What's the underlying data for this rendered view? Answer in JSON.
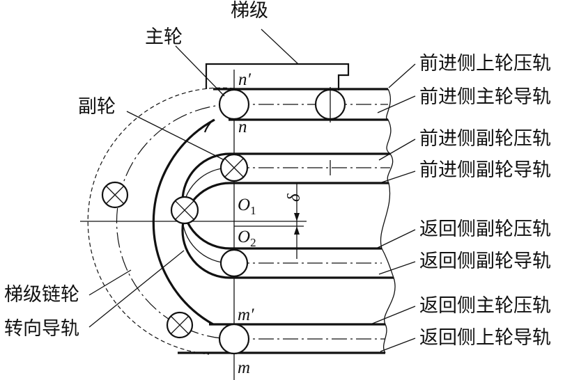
{
  "labels": {
    "step": "梯级",
    "main_wheel": "主轮",
    "aux_wheel": "副轮",
    "step_chain_wheel": "梯级链轮",
    "turning_guide": "转向导轨",
    "fwd_main_press": "前进侧上轮压轨",
    "fwd_main_guide": "前进侧主轮导轨",
    "fwd_aux_press": "前进侧副轮压轨",
    "fwd_aux_guide": "前进侧副轮导轨",
    "ret_aux_press": "返回侧副轮压轨",
    "ret_aux_guide": "返回侧副轮导轨",
    "ret_main_press": "返回侧主轮压轨",
    "ret_main_guide": "返回侧上轮导轨"
  },
  "symbols": {
    "n_prime": "n′",
    "n": "n",
    "m_prime": "m′",
    "m": "m",
    "o": "O",
    "o1_sub": "1",
    "o2_sub": "2",
    "delta": "δ"
  }
}
